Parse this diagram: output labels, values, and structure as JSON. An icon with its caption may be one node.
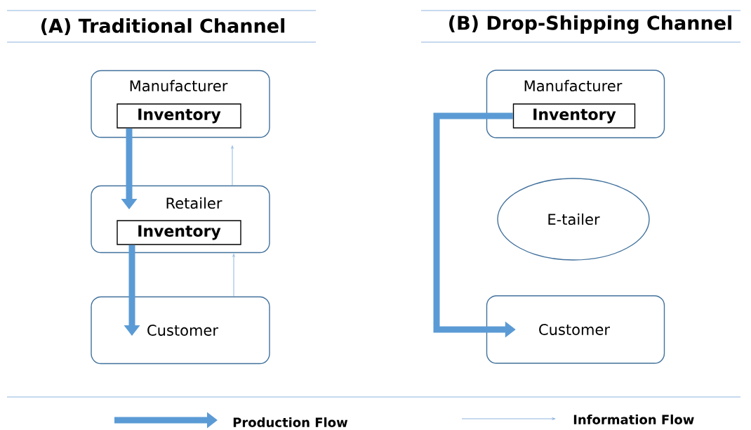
{
  "diagram": {
    "nodes": [
      {
        "text": [
          "Manufacturer"
        ]
      },
      {
        "text": [
          "Inventory"
        ],
        "in": 0
      },
      {
        "text": [
          "Retailer"
        ]
      },
      {
        "text": [
          "Inventory"
        ],
        "in": 2
      },
      {
        "text": [
          "Customer"
        ]
      },
      {
        "text": [
          "Manufacturer"
        ]
      },
      {
        "text": [
          "Inventory"
        ],
        "in": 5
      },
      {
        "text": [
          "E-tailer"
        ]
      },
      {
        "text": [
          "Customer"
        ]
      }
    ],
    "edges": [
      {
        "from": 1,
        "to": 2,
        "arrow": "to"
      },
      {
        "from": 3,
        "to": 4,
        "arrow": "to"
      },
      {
        "from": 4,
        "to": 2,
        "arrow": "to",
        "color": "#9dc3e6"
      },
      {
        "from": 2,
        "to": 0,
        "arrow": "to",
        "color": "#9dc3e6"
      },
      {
        "from": 6,
        "to": 8,
        "arrow": "to"
      }
    ],
    "labels": [
      "(A) Traditional Channel",
      "(B) Drop-Shipping Channel"
    ],
    "legend": [
      {
        "text": "Production Flow"
      },
      {
        "text": "Information Flow"
      }
    ]
  }
}
